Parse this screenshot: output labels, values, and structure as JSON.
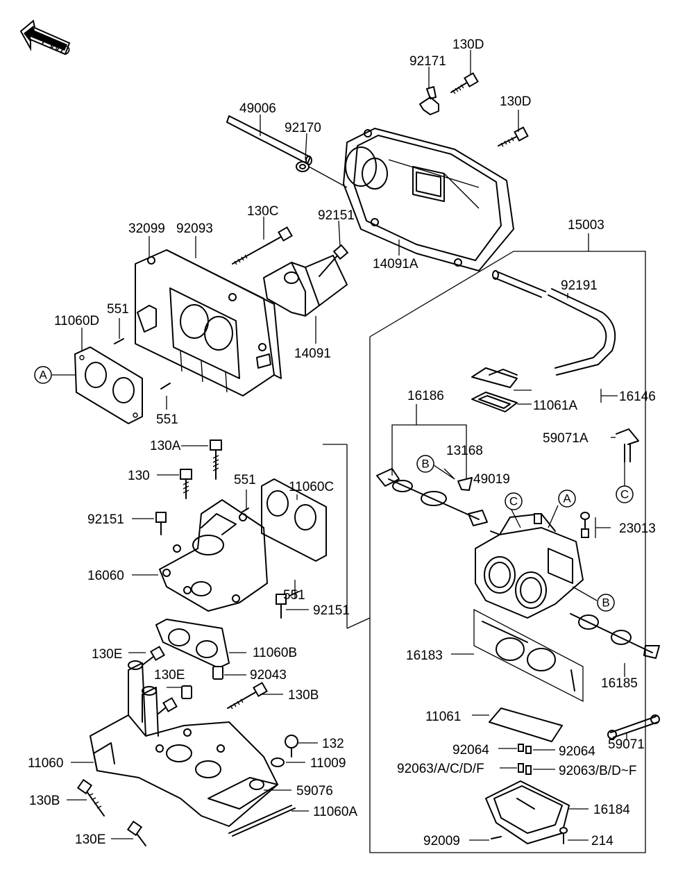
{
  "fwd_label": "FWD",
  "labels": {
    "p130D_top": "130D",
    "p92171": "92171",
    "p130D_right": "130D",
    "p49006": "49006",
    "p92170": "92170",
    "p130C": "130C",
    "p92151_top": "92151",
    "p32099": "32099",
    "p92093": "92093",
    "p15003": "15003",
    "p14091A": "14091A",
    "p92191": "92191",
    "p551_a": "551",
    "p11060D": "11060D",
    "p14091": "14091",
    "p551_b": "551",
    "p16186": "16186",
    "p11061A": "11061A",
    "p16146": "16146",
    "p59071A": "59071A",
    "p130A": "130A",
    "p13168": "13168",
    "p551_c": "551",
    "p11060C": "11060C",
    "p130": "130",
    "p49019": "49019",
    "p92151_left": "92151",
    "p23013": "23013",
    "p16060": "16060",
    "p551_d": "551",
    "p92151_mid": "92151",
    "p130E_a": "130E",
    "p11060B": "11060B",
    "p16183": "16183",
    "p130E_b": "130E",
    "p92043": "92043",
    "p130B_right": "130B",
    "p16185": "16185",
    "p11061": "11061",
    "p132": "132",
    "p59071": "59071",
    "p11060": "11060",
    "p11009": "11009",
    "p92064_left": "92064",
    "p92064_right": "92064",
    "p92063_left": "92063/A/C/D/F",
    "p92063_right": "92063/B/D~F",
    "p130B_left": "130B",
    "p59076": "59076",
    "p16184": "16184",
    "p11060A": "11060A",
    "p130E_c": "130E",
    "p92009": "92009",
    "p214": "214"
  },
  "markers": {
    "A_left": "A",
    "B_left": "B",
    "C_mid": "C",
    "A_mid": "A",
    "B_right": "B",
    "C_right": "C"
  }
}
